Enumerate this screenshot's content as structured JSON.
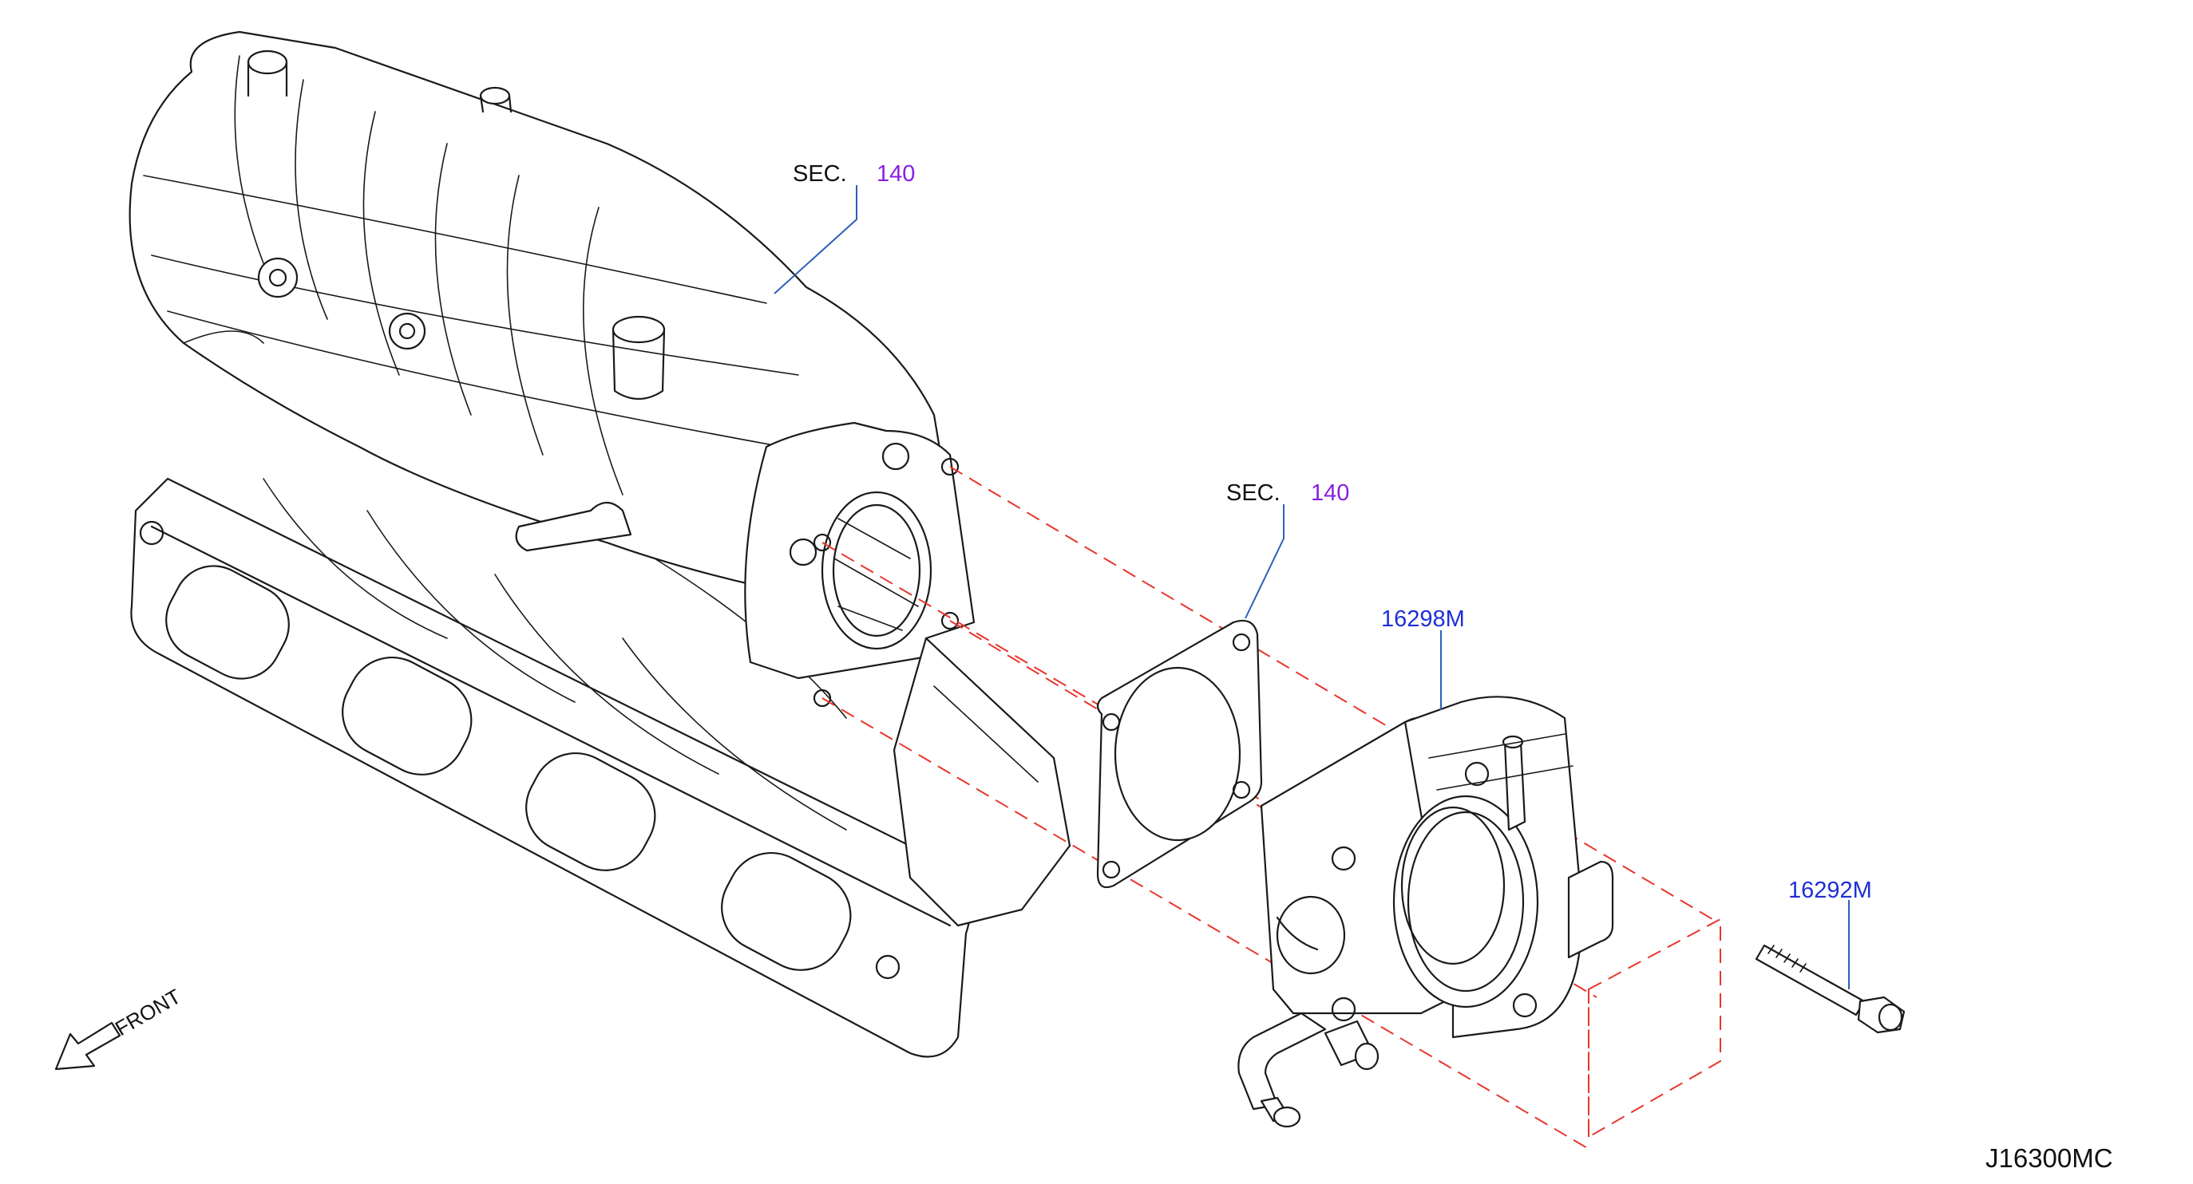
{
  "labels": {
    "sec_upper_prefix": "SEC.",
    "sec_upper_number": "140",
    "sec_lower_prefix": "SEC.",
    "sec_lower_number": "140",
    "part_throttle_body": "16298M",
    "part_bolt": "16292M",
    "front_indicator": "FRONT",
    "diagram_code": "J16300MC"
  },
  "colors": {
    "line_art": "#1a1a1a",
    "section_ref": "#8a1ee0",
    "part_number": "#1f2fd6",
    "leader_line": "#2e5fb8",
    "dash_guide": "#e8362d"
  }
}
